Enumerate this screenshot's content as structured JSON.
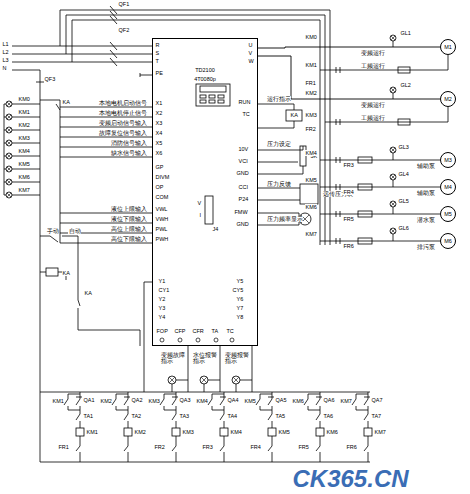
{
  "diagram": {
    "nodes": [
      {
        "text": [
          "TD2100",
          "4T0080p"
        ]
      },
      {
        "text": [
          "M1"
        ]
      },
      {
        "text": [
          "M2"
        ]
      },
      {
        "text": [
          "M3"
        ]
      },
      {
        "text": [
          "M4"
        ]
      },
      {
        "text": [
          "M5"
        ]
      },
      {
        "text": [
          "M6"
        ]
      }
    ],
    "edges": [
      {
        "from": 0,
        "to": 1,
        "arrow": "none"
      },
      {
        "from": 0,
        "to": 2,
        "arrow": "none"
      }
    ],
    "labels": [
      "QF1",
      "QF2",
      "L1",
      "L2",
      "L3",
      "N",
      "QF3",
      "R",
      "S",
      "T",
      "PE",
      "X1",
      "X2",
      "X3",
      "X4",
      "X5",
      "X6",
      "GP",
      "DIVM",
      "OP",
      "COM",
      "VWL",
      "VWH",
      "PWL",
      "PWH",
      "本地电机启动信号",
      "本地电机停止信号",
      "变频启动信号输入",
      "故障复位信号输入",
      "消防信号输入",
      "缺水信号输入",
      "液位上限输入",
      "液位下限输入",
      "高位上限输入",
      "高位下限输入",
      "U",
      "V",
      "W",
      "RUN",
      "TC",
      "10V",
      "VCI",
      "GND",
      "CCI",
      "P24",
      "FMW",
      "GND",
      "运行指示",
      "KA",
      "压力设定",
      "3K",
      "远传压力表",
      "压力反馈",
      "压力频率显示",
      "Y1",
      "CY1",
      "Y2",
      "Y3",
      "Y4",
      "Y5",
      "CY5",
      "Y6",
      "Y7",
      "Y8",
      "FOP",
      "CFP",
      "CFR",
      "TA",
      "TC",
      "V",
      "I",
      "J4",
      "变频故障指示",
      "水位报警指示",
      "变频报警指示",
      "KM0",
      "GL1",
      "变频运行",
      "KM1",
      "FR1",
      "工频运行",
      "GL2",
      "KM2",
      "变频运行",
      "KM3",
      "工频运行",
      "FR2",
      "KM4",
      "GL3",
      "FR3",
      "KM5",
      "GL4",
      "FR4",
      "KM6",
      "GL5",
      "FR5",
      "KM7",
      "GL6",
      "FR6",
      "辅助泵",
      "辅助泵",
      "潜水泵",
      "排污泵",
      "KM0",
      "KM1",
      "KM2",
      "KM3",
      "KM4",
      "KM5",
      "KM6",
      "KM7",
      "KA",
      "手动",
      "自动",
      "KA",
      "KA",
      "KM1",
      "QA1",
      "TA1",
      "KM1",
      "FR1",
      "KM2",
      "QA2",
      "TA2",
      "KM2",
      "KM3",
      "QA3",
      "TA3",
      "KM3",
      "FR2",
      "KM4",
      "QA4",
      "TA4",
      "KM4",
      "FR3",
      "KM5",
      "QA5",
      "TA5",
      "KM5",
      "FR4",
      "KM6",
      "QA6",
      "TA6",
      "KM6",
      "FR5",
      "KM7",
      "QA7",
      "TA7",
      "KM7",
      "FR6",
      "CK365.CN"
    ]
  }
}
